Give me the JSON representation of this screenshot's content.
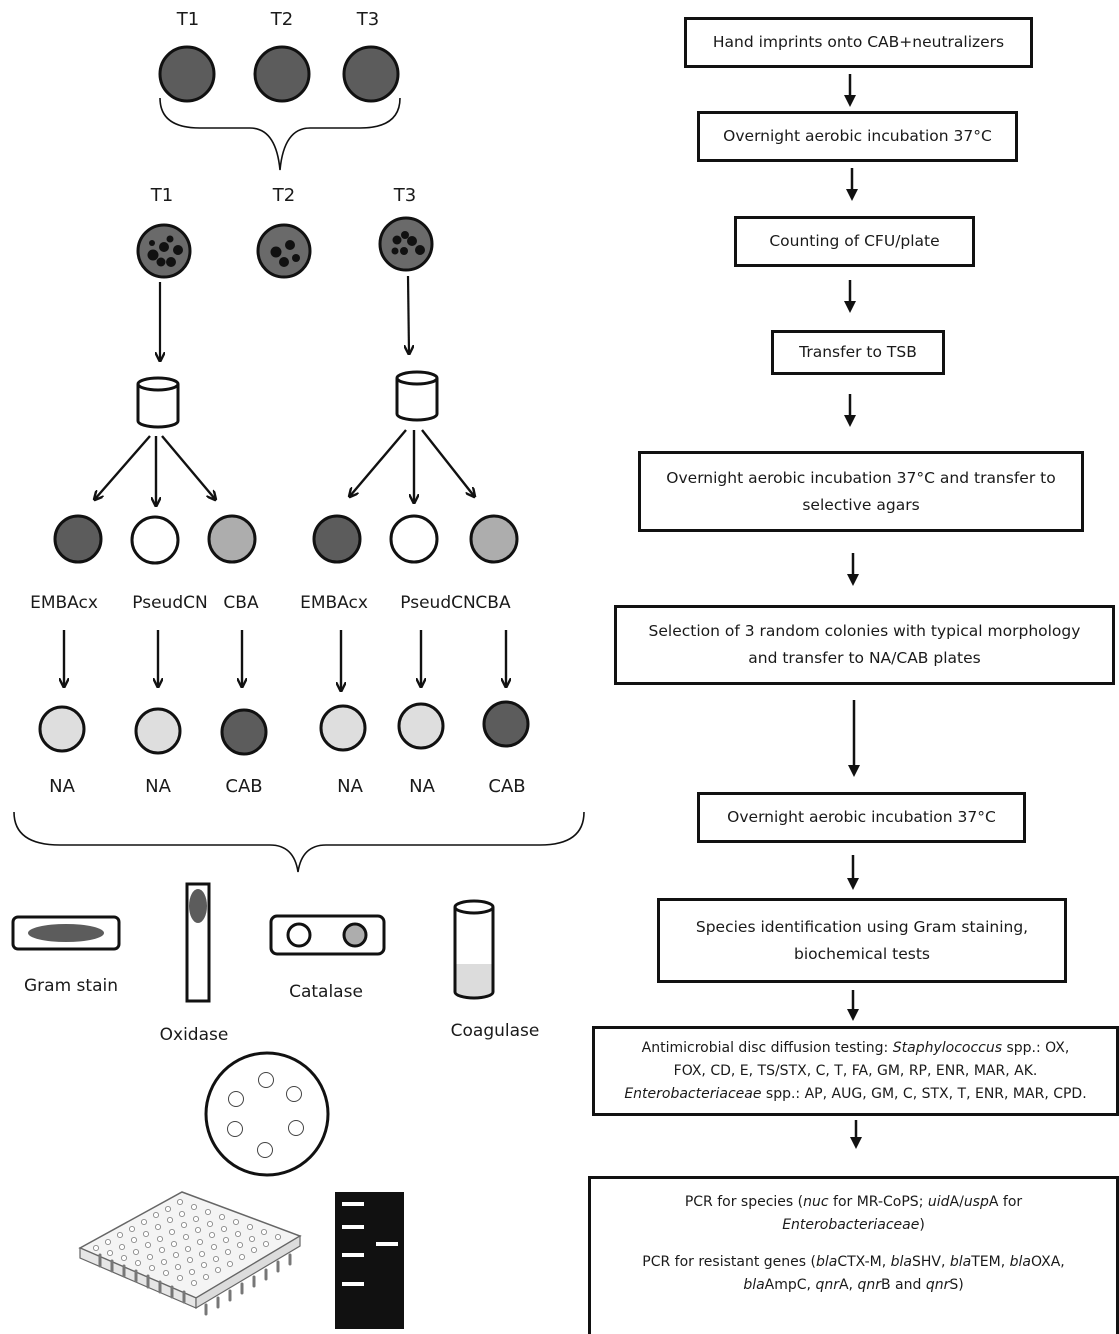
{
  "left": {
    "top_labels": [
      "T1",
      "T2",
      "T3"
    ],
    "mid_labels": [
      "T1",
      "T2",
      "T3"
    ],
    "agar_labels": [
      "EMBAcx",
      "PseudCN",
      "CBA",
      "EMBAcx",
      "PseudCN",
      "CBA"
    ],
    "plate_labels": [
      "NA",
      "NA",
      "CAB",
      "NA",
      "NA",
      "CAB"
    ],
    "tests": {
      "gram": "Gram stain",
      "oxidase": "Oxidase",
      "catalase": "Catalase",
      "coagulase": "Coagulase"
    }
  },
  "flow": {
    "step1": "Hand imprints onto CAB+neutralizers",
    "step2": "Overnight aerobic incubation 37°C",
    "step3": "Counting of CFU/plate",
    "step4": "Transfer to TSB",
    "step5_line1": "Overnight aerobic incubation 37°C and transfer to",
    "step5_line2": "selective agars",
    "step6_line1": "Selection of 3 random colonies with typical morphology",
    "step6_line2": "and transfer to NA/CAB plates",
    "step7": "Overnight aerobic incubation 37°C",
    "step8_line1": "Species identification using Gram staining,",
    "step8_line2": "biochemical tests",
    "amr": {
      "t1": "Antimicrobial disc diffusion testing: ",
      "t2": "Staphylococcus",
      "t3": " spp.: OX,",
      "t4": "FOX, CD, E, TS/STX, C, T, FA, GM, RP, ENR, MAR, AK.",
      "t5": "Enterobacteriaceae",
      "t6": " spp.: AP, AUG, GM, C, STX, T, ENR, MAR, CPD."
    },
    "pcr": {
      "a1": "PCR for species (",
      "a2": "nuc",
      "a3": " for MR-CoPS; ",
      "a4": "uid",
      "a5": "A/",
      "a6": "usp",
      "a7": "A for",
      "a8": "Enterobacteriaceae",
      "a9": ")",
      "b1": "PCR for resistant genes (",
      "b2": "bla",
      "b3": "CTX-M, ",
      "b4": "bla",
      "b5": "SHV, ",
      "b6": "bla",
      "b7": "TEM, ",
      "b8": "bla",
      "b9": "OXA,",
      "b10": "bla",
      "b11": "AmpC, ",
      "b12": "qnr",
      "b13": "A, ",
      "b14": "qnr",
      "b15": "B and ",
      "b16": "qnr",
      "b17": "S)"
    }
  }
}
